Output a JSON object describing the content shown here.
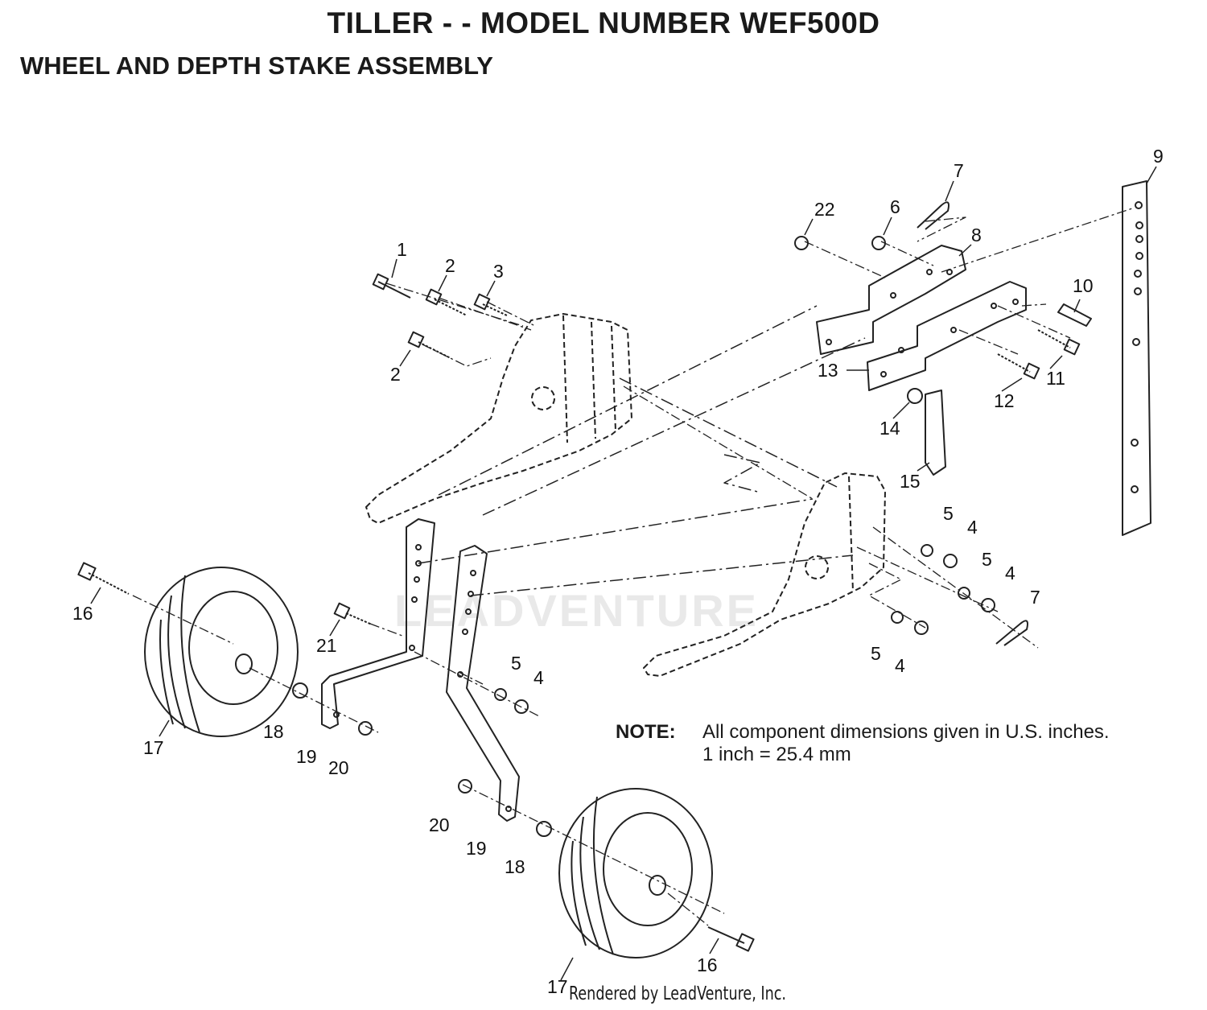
{
  "header": {
    "title": "TILLER - - MODEL NUMBER WEF500D",
    "subtitle": "WHEEL AND DEPTH STAKE ASSEMBLY"
  },
  "note": {
    "label": "NOTE:",
    "line1": "All component dimensions given in U.S. inches.",
    "line2": "1 inch = 25.4 mm"
  },
  "footer": {
    "credit": "Rendered by LeadVenture, Inc."
  },
  "watermark": {
    "text": "LEADVENTURE"
  },
  "callouts": [
    "1",
    "2",
    "3",
    "2",
    "22",
    "6",
    "7",
    "8",
    "9",
    "10",
    "11",
    "12",
    "13",
    "14",
    "15",
    "5",
    "4",
    "5",
    "4",
    "7",
    "5",
    "4",
    "16",
    "21",
    "5",
    "4",
    "17",
    "18",
    "19",
    "20",
    "20",
    "19",
    "18",
    "17",
    "16"
  ]
}
